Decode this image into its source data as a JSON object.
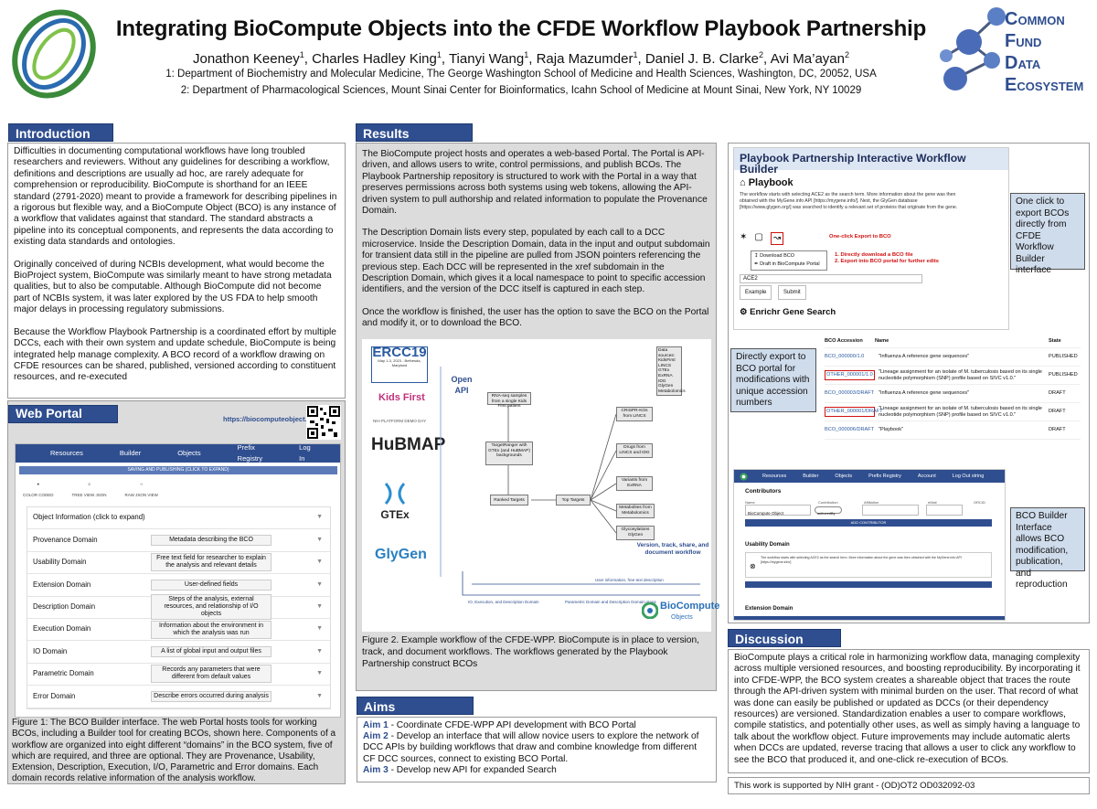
{
  "header": {
    "title": "Integrating BioCompute Objects into the CFDE Workflow Playbook Partnership",
    "authors_html_parts": [
      {
        "name": "Jonathon Keeney",
        "sup": "1"
      },
      {
        "name": "Charles Hadley King",
        "sup": "1"
      },
      {
        "name": "Tianyi Wang",
        "sup": "1"
      },
      {
        "name": "Raja Mazumder",
        "sup": "1"
      },
      {
        "name": "Daniel J. B. Clarke",
        "sup": "2"
      },
      {
        "name": "Avi Ma’ayan",
        "sup": "2"
      }
    ],
    "aff1": "1: Department of Biochemistry and Molecular Medicine, The George Washington School of Medicine and Health Sciences, Washington, DC, 20052, USA",
    "aff2": "2: Department of Pharmacological Sciences, Mount Sinai Center for Bioinformatics, Icahn School of Medicine at Mount Sinai, New York, NY 10029",
    "cfde_logo": {
      "c": "C",
      "w1": "OMMON",
      "f": "F",
      "w2": "UND",
      "d": "D",
      "w3": "ATA",
      "e": "E",
      "w4": "COSYSTEM"
    }
  },
  "intro": {
    "heading": "Introduction",
    "p1": "Difficulties in documenting computational workflows have long troubled researchers and reviewers. Without any guidelines for describing a workflow, definitions and descriptions are usually ad hoc, are rarely adequate for comprehension or reproducibility. BioCompute is shorthand for an IEEE standard (2791-2020) meant to provide a framework for describing pipelines in a rigorous but flexible way, and a BioCompute Object (BCO) is any instance of a workflow that validates against that standard. The standard abstracts a pipeline into its conceptual components, and represents the data according to existing data standards and ontologies.",
    "p2": "Originally conceived of during NCBIs development, what would become the BioProject system, BioCompute was similarly meant to have strong metadata qualities, but to also be computable. Although BioCompute did not become part of NCBIs system, it was later explored by the US FDA to help smooth major delays in processing  regulatory submissions.",
    "p3": "Because the Workflow Playbook Partnership is a coordinated effort by multiple DCCs, each with their own system and update schedule, BioCompute is being integrated help manage complexity. A BCO record of a workflow drawing on CFDE resources can be shared, published, versioned according to constituent resources, and re-executed"
  },
  "webportal": {
    "heading": "Web Portal",
    "url": "https://biocomputeobject.org",
    "nav": [
      "Resources",
      "Builder",
      "Objects",
      "Prefix Registry",
      "Log In"
    ],
    "saving_bar": "SAVING AND PUBLISHING (CLICK TO EXPAND)",
    "view_tabs": [
      "COLOR CODED",
      "TREE VIEW JSON",
      "RAW JSON VIEW"
    ],
    "object_info": "Object Information (click to expand)",
    "domains": [
      {
        "label": "Provenance Domain",
        "desc": "Metadata describing the BCO"
      },
      {
        "label": "Usability Domain",
        "desc": "Free text field for researcher to explain the analysis and relevant details"
      },
      {
        "label": "Extension Domain",
        "desc": "User-defined fields"
      },
      {
        "label": "Description Domain",
        "desc": "Steps of the analysis, external resources, and relationship of I/O objects"
      },
      {
        "label": "Execution Domain",
        "desc": "Information about the environment in which the analysis was run"
      },
      {
        "label": "IO Domain",
        "desc": "A list of global input and output files"
      },
      {
        "label": "Parametric Domain",
        "desc": "Records any parameters that were different from default values"
      },
      {
        "label": "Error Domain",
        "desc": "Describe errors occurred during analysis"
      }
    ],
    "caption": "Figure 1: The BCO Builder interface. The web Portal hosts tools for working BCOs, including a Builder tool for creating BCOs, shown here. Components of a workflow are organized into eight different “domains” in the BCO system, five of which are required, and three are optional.  They are Provenance, Usability, Extension, Description, Execution, I/O, Parametric and Error domains. Each domain records relative information of the analysis workflow."
  },
  "results": {
    "heading": "Results",
    "p1": "The BioCompute project hosts and operates a web-based Portal. The Portal is API-driven, and allows users to write, control permissions, and publish BCOs. The Playbook Partnership repository is structured to work with the Portal in a way that preserves permissions across both systems using web tokens, allowing the API-driven system to pull authorship and related information to populate the Provenance Domain.",
    "p2": "The Description Domain lists every step, populated by each call to a DCC microservice. Inside the Description Domain, data in the input and output subdomain for transient data still in the pipeline are pulled from JSON pointers referencing the previous step. Each DCC will be represented in the xref subdomain in the Description Domain, which gives it a local namespace to point to specific accession identifiers, and the version of the DCC itself is captured in each step.",
    "p3": "Once the workflow is finished, the user has the option to save the BCO on the Portal and modify it, or to download the BCO.",
    "fig2_caption": "Figure 2. Example workflow of the CFDE-WPP. BioCompute is in place to version, track, and document workflows. The workflows generated by the Playbook Partnership construct BCOs"
  },
  "workflow": {
    "ercc": "ERCC19",
    "ercc_sub": "May 1-3, 2023 - Bethesda, Maryland",
    "kidsfirst": "Kids First",
    "nih_demo": "NIH PLATFORM DEMO DAY",
    "hubmap": "HuBMAP",
    "gtex": "GTEx",
    "glygen": "GlyGen",
    "open_api": "Open API",
    "rna_box": "RNA-seq samples from a single Kids First patient",
    "target_box": "TargetRanger with GTEx (and HuBMAP) backgrounds",
    "ranked": "Ranked Targets",
    "top": "Top Targets",
    "crispr": "CRISPR-KOs from LINCS",
    "drugs": "Drugs from LINCS and IDG",
    "variants": "Variants from ExRNA",
    "metabolites": "Metabolites from Metabolomics",
    "glyco": "Glycosylations GlyGen",
    "sources": "Data sources: KidsFirst LINCS GTEx ExRNA IDG GlyGen Metabolomics",
    "version_text": "Version, track, share, and document workflow",
    "user_info": "User information, free text description",
    "io_label": "IO, Execution, and Description Domain",
    "param_label": "Parametric Domain and Description Domain steps",
    "biocompute": "BioCompute",
    "objects": "Objects"
  },
  "aims": {
    "heading": "Aims",
    "items": [
      {
        "label": "Aim 1",
        "text": " - Coordinate CFDE-WPP API development with BCO Portal"
      },
      {
        "label": "Aim 2",
        "text": " - Develop an interface that will allow novice users to explore the network of DCC APIs by building workflows that draw and combine knowledge from different CF DCC sources, connect to existing BCO Portal."
      },
      {
        "label": "Aim 3",
        "text": " - Develop new API for expanded Search"
      }
    ]
  },
  "builder": {
    "title": "Playbook Partnership Interactive Workflow Builder",
    "playbook": "Playbook",
    "playbook_text": "The workflow starts with selecting ACE2 as the search term. More information about the gene was then obtained with the MyGene.info API [https://mygene.info/]. Next, the GlyGen database [https://www.glygen.org/] was searched to identify a relevant set of proteins that originate from the gene.",
    "oneclick_red": "One-click Export to BCO",
    "menu1": "Download BCO",
    "menu2": "Draft in BioCompute Portal",
    "red1": "1.   Directly download a BCO file",
    "red2": "2.   Export into BCO portal for further edits",
    "search_value": "ACE2",
    "example_btn": "Example",
    "submit_btn": "Submit",
    "enrichr": "Enrichr Gene Search",
    "callout1": "One click to export BCOs directly from CFDE Workflow Builder interface"
  },
  "bcotable": {
    "headers": [
      "BCO Accession",
      "Name",
      "State"
    ],
    "rows": [
      {
        "acc": "BCO_000000/1.0",
        "name": "\"Influenza A reference gene sequences\"",
        "state": "PUBLISHED"
      },
      {
        "acc": "OTHER_000001/1.0",
        "name": "\"Lineage assignment for an isolate of M. tuberculosis based on its single nucleotide polymorphism (SNP) profile based on SIVC v1.0.\"",
        "state": "PUBLISHED"
      },
      {
        "acc": "BCO_000003/DRAFT",
        "name": "\"Influenza A reference gene sequences\"",
        "state": "DRAFT"
      },
      {
        "acc": "OTHER_000001/DRAFT",
        "name": "\"Lineage assignment for an isolate of M. tuberculosis based on its single nucleotide polymorphism (SNP) profile based on SIVC v1.0.\"",
        "state": "DRAFT"
      },
      {
        "acc": "BCO_000006/DRAFT",
        "name": "\"Playbook\"",
        "state": "DRAFT"
      }
    ],
    "callout2": "Directly export to BCO portal for modifications with unique accession numbers"
  },
  "builder2": {
    "nav": [
      "Resources",
      "Builder",
      "Objects",
      "Prefix Registry",
      "Account",
      "Log Out string"
    ],
    "contributors": "Contributors",
    "col_name": "Name",
    "col_contribution": "Contribution",
    "col_affiliation": "Affiliation",
    "col_email": "eMail",
    "col_orcid": "ORCID",
    "contributor_value": "BioCompute Object",
    "contribution_value": "authoredBy",
    "add_btn": "ADD CONTRIBUTOR",
    "usability": "Usability Domain",
    "usability_text": "The workflow starts with selecting ACE2 as the search term. More information about the gene was then obtained with the MyGene.info API [https://mygene.info/]",
    "extension": "Extension Domain",
    "callout3": "BCO Builder Interface allows BCO modification, publication, and reproduction"
  },
  "discussion": {
    "heading": "Discussion",
    "text": "BioCompute plays a critical role in harmonizing workflow data, managing complexity across multiple versioned resources, and boosting reproducibility. By incorporating it into CFDE-WPP, the BCO system creates a shareable object that traces the route through the API-driven system with minimal burden on the user. That record of what was done can easily be published or updated as DCCs (or their dependency resources) are versioned. Standardization enables a user to compare workflows, compile statistics, and potentially other uses, as well as simply having a language to talk about the workflow object. Future improvements may include automatic alerts when DCCs are updated, reverse tracing that allows a user to click any workflow to see the BCO that produced it, and one-click re-execution of BCOs.",
    "grant": "This work is supported by NIH grant - (OD)OT2 OD032092-03"
  },
  "colors": {
    "accent": "#2f4e8f",
    "callout": "#cfdcec",
    "red": "#d01010",
    "gw_green": "#4a9a3a"
  }
}
